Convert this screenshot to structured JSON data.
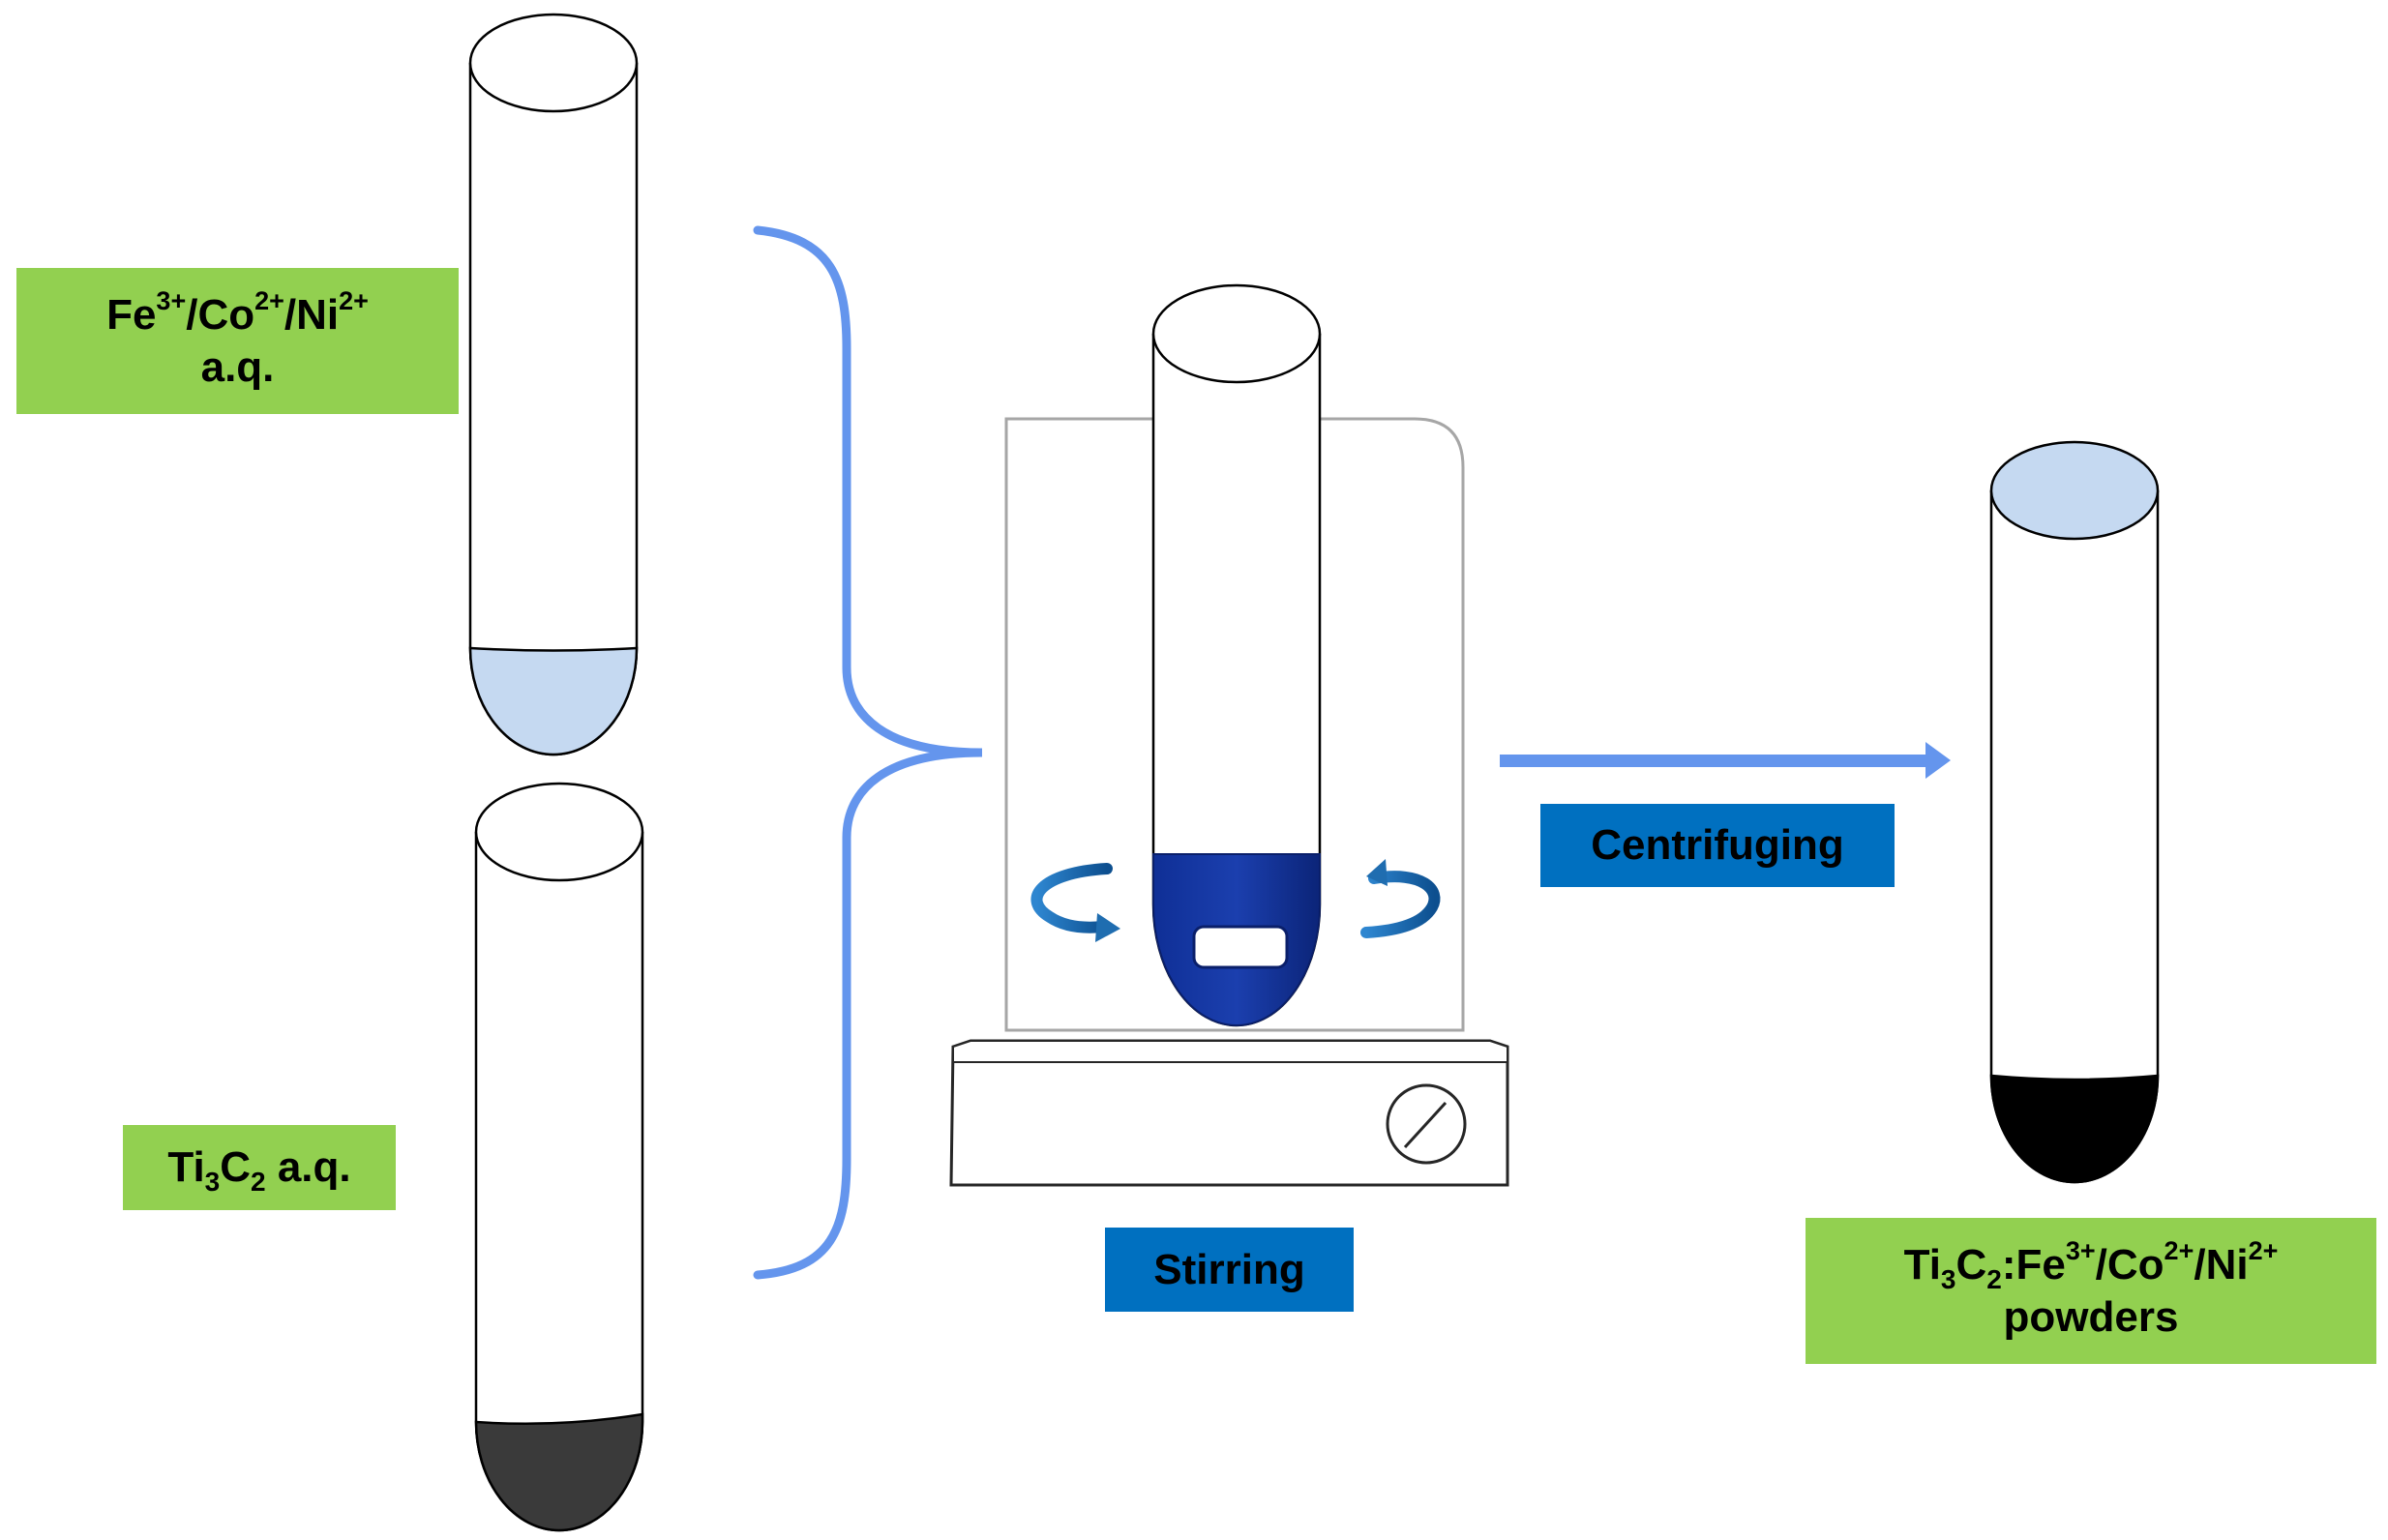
{
  "colors": {
    "label_green": "#92D050",
    "label_blue": "#0070C0",
    "bracket_arrow_blue": "#6495ED",
    "liquid_light_blue": "#C5D9F1",
    "ti3c2_dark": "#3A3A3A",
    "mixture_navy": "#0E2C8E",
    "powder_black": "#000000",
    "rotation_arrow_blue": "#1F6DB0",
    "stirrer_outline": "#A6A6A6"
  },
  "icons": [
    "test-tube-icon",
    "magnetic-stirrer-icon",
    "stir-bar-icon",
    "rotation-arrow-icon",
    "dial-knob-icon",
    "right-arrow-icon",
    "curly-bracket-icon"
  ],
  "labels": {
    "ions": {
      "fe": "Fe",
      "fe_charge": "3+",
      "sep1": "/Co",
      "co_charge": "2+",
      "sep2": "/Ni",
      "ni_charge": "2+",
      "line2": "a.q."
    },
    "ti3c2": {
      "ti": "Ti",
      "ti_sub": "3",
      "c": "C",
      "c_sub": "2",
      "suffix": " a.q."
    },
    "stirring": "Stirring",
    "centrifuging": "Centrifuging",
    "product": {
      "ti": "Ti",
      "ti_sub": "3",
      "c": "C",
      "c_sub": "2",
      "fe": ":Fe",
      "fe_charge": "3+",
      "sep1": "/Co",
      "co_charge": "2+",
      "sep2": "/Ni",
      "ni_charge": "2+",
      "line2": "powders"
    }
  }
}
